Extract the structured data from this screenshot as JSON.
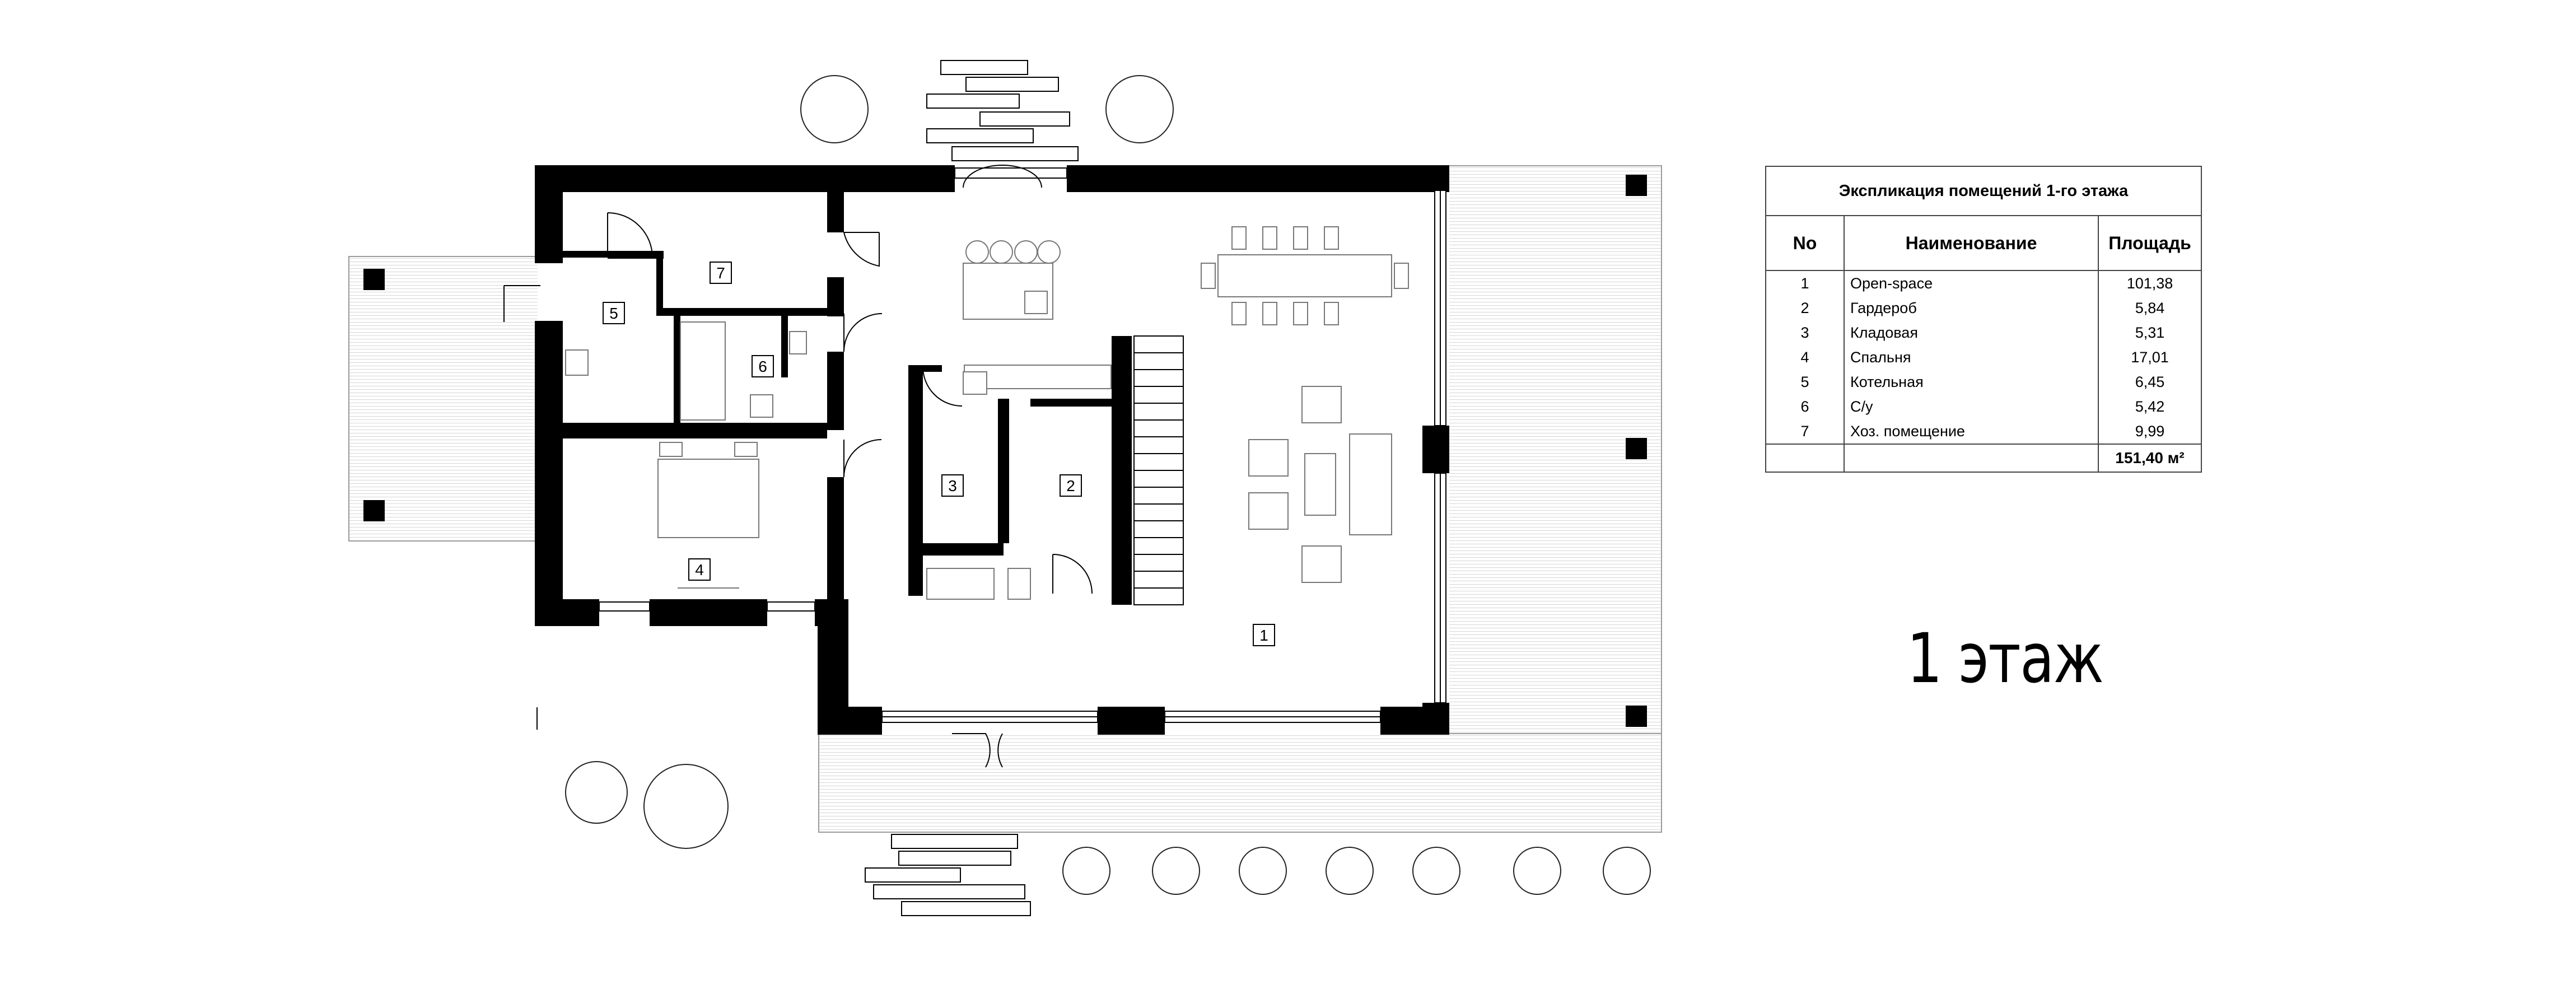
{
  "legend": {
    "title": "Экспликация помещений 1-го этажа",
    "headers": {
      "no": "No",
      "name": "Наименование",
      "area": "Площадь"
    },
    "rows": [
      {
        "no": "1",
        "name": "Open-space",
        "area": "101,38"
      },
      {
        "no": "2",
        "name": "Гардероб",
        "area": "5,84"
      },
      {
        "no": "3",
        "name": "Кладовая",
        "area": "5,31"
      },
      {
        "no": "4",
        "name": "Спальня",
        "area": "17,01"
      },
      {
        "no": "5",
        "name": "Котельная",
        "area": "6,45"
      },
      {
        "no": "6",
        "name": "С/у",
        "area": "5,42"
      },
      {
        "no": "7",
        "name": "Хоз. помещение",
        "area": "9,99"
      }
    ],
    "total": "151,40 м²"
  },
  "floor_label": "1 этаж",
  "room_tags": [
    "1",
    "2",
    "3",
    "4",
    "5",
    "6",
    "7"
  ]
}
